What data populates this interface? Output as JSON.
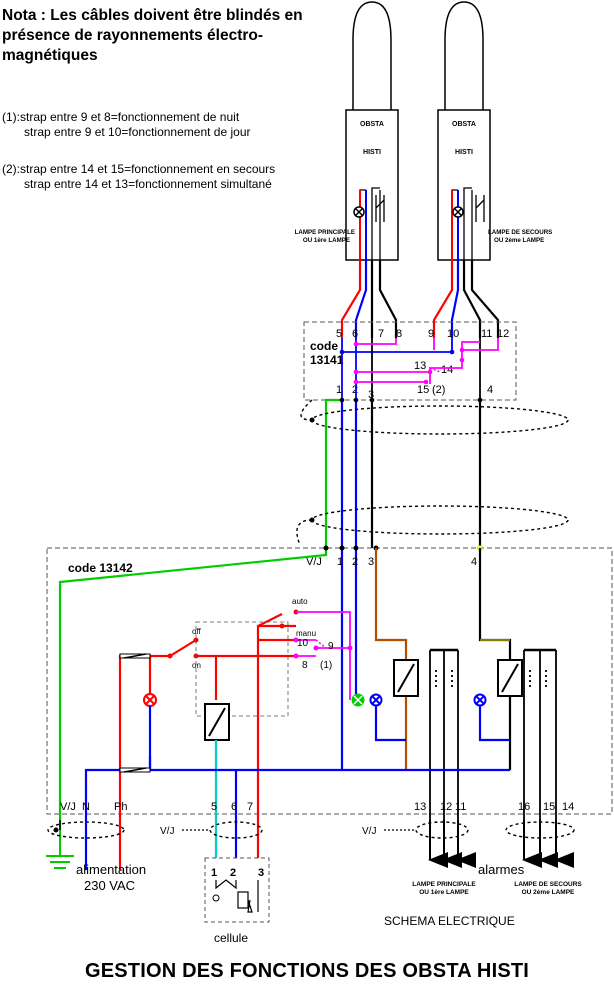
{
  "notes": {
    "nota": "Nota : Les câbles doivent être blindés en présence de rayonnements électro-magnétiques",
    "strap1_a": "(1):strap entre 9 et 8=fonctionnement de nuit",
    "strap1_b": "strap entre 9 et 10=fonctionnement de jour",
    "strap2_a": "(2):strap entre 14 et 15=fonctionnement en secours",
    "strap2_b": "strap entre 14 et 13=fonctionnement simultané"
  },
  "lamps": {
    "left_top": "OBSTA",
    "left_bottom": "HISTI",
    "right_top": "OBSTA",
    "right_bottom": "HISTI",
    "left_caption_1": "LAMPE PRINCIPALE",
    "left_caption_2": "OU 1ère LAMPE",
    "right_caption_1": "LAMPE DE SECOURS",
    "right_caption_2": "OU 2ème LAMPE"
  },
  "box13141": {
    "code_a": "code",
    "code_b": "13141",
    "top_terms": [
      "5",
      "6",
      "7",
      "8",
      "9",
      "10",
      "11",
      "12"
    ],
    "mid_terms": [
      "13",
      "14",
      "15",
      "(2)"
    ],
    "bottom_terms": [
      "1",
      "2",
      "3",
      "4"
    ]
  },
  "box13142": {
    "code": "code 13142",
    "top_terms": [
      "V/J",
      "1",
      "2",
      "3",
      "4"
    ],
    "switch_off": "off",
    "switch_on": "on",
    "switch_auto": "auto",
    "switch_manu": "manu",
    "strap_terms": [
      "10",
      "9",
      "8",
      "(1)"
    ],
    "bottom_terms": [
      "V/J",
      "N",
      "Ph",
      "5",
      "6",
      "7",
      "13",
      "12",
      "11",
      "16",
      "15",
      "14"
    ]
  },
  "external": {
    "vj_left": "V/J",
    "vj_right": "V/J",
    "alim_1": "alimentation",
    "alim_2": "230 VAC",
    "cellule": "cellule",
    "cell_terms": [
      "1",
      "2",
      "3"
    ],
    "alarmes": "alarmes",
    "alarm1_a": "LAMPE PRINCIPALE",
    "alarm1_b": "OU 1ère LAMPE",
    "alarm2_a": "LAMPE DE SECOURS",
    "alarm2_b": "OU 2ème LAMPE"
  },
  "schema_label": "SCHEMA ELECTRIQUE",
  "title": "GESTION DES FONCTIONS DES OBSTA HISTI",
  "colors": {
    "red": "#ff0000",
    "blue": "#0000ff",
    "black": "#000000",
    "magenta": "#ff00ff",
    "green": "#00cc00",
    "cyan": "#00cccc",
    "brown": "#b34d00",
    "yellow": "#ffff00",
    "dash": "#555555"
  }
}
